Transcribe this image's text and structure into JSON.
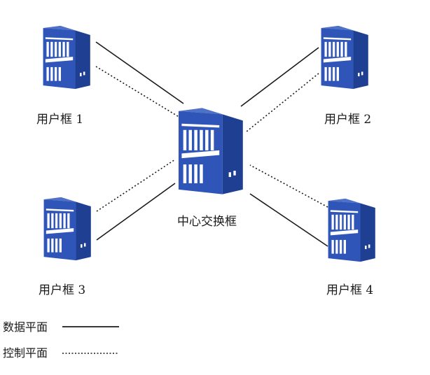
{
  "diagram": {
    "type": "network-topology",
    "center_node": {
      "id": "center",
      "label": "中心交换框",
      "icon": "server-rack-icon"
    },
    "nodes": [
      {
        "id": "u1",
        "label": "用户框 1",
        "icon": "server-rack-icon"
      },
      {
        "id": "u2",
        "label": "用户框 2",
        "icon": "server-rack-icon"
      },
      {
        "id": "u3",
        "label": "用户框 3",
        "icon": "server-rack-icon"
      },
      {
        "id": "u4",
        "label": "用户框 4",
        "icon": "server-rack-icon"
      }
    ],
    "links": [
      {
        "from": "u1",
        "to": "center",
        "plane": "data"
      },
      {
        "from": "u1",
        "to": "center",
        "plane": "control"
      },
      {
        "from": "u2",
        "to": "center",
        "plane": "data"
      },
      {
        "from": "u2",
        "to": "center",
        "plane": "control"
      },
      {
        "from": "u3",
        "to": "center",
        "plane": "data"
      },
      {
        "from": "u3",
        "to": "center",
        "plane": "control"
      },
      {
        "from": "u4",
        "to": "center",
        "plane": "data"
      },
      {
        "from": "u4",
        "to": "center",
        "plane": "control"
      }
    ]
  },
  "legend": {
    "data_plane": {
      "label": "数据平面",
      "style": "solid"
    },
    "control_plane": {
      "label": "控制平面",
      "style": "dotted"
    }
  },
  "colors": {
    "server_front": "#2f55b8",
    "server_side": "#1f3f92",
    "server_top": "#5f84d6",
    "server_detail": "#ffffff",
    "line": "#1a1a1a"
  }
}
